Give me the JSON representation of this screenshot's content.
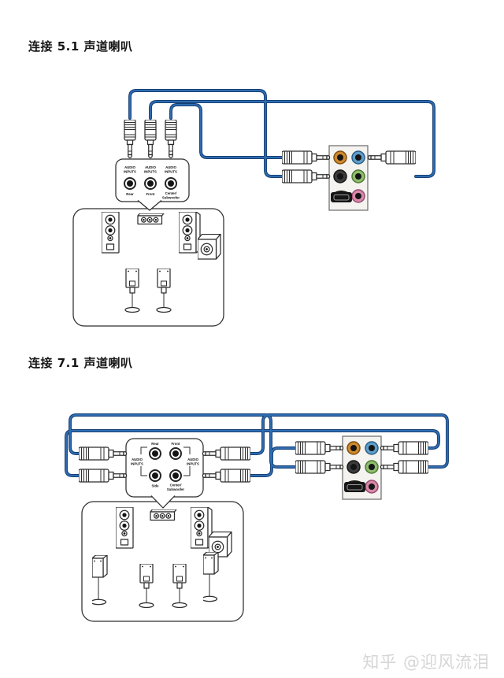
{
  "colors": {
    "cable": "#2f6db2",
    "cableDark": "#153f74",
    "portOrange": "#d0892c",
    "portOrangeEdge": "#7e5012",
    "portBlue": "#5f9fca",
    "portBlueEdge": "#2a5d87",
    "portBlack": "#3c3c3c",
    "portBlackEdge": "#161616",
    "portGreen": "#8fbc6d",
    "portGreenEdge": "#4c7a30",
    "portPink": "#d689a9",
    "portPinkEdge": "#99486f",
    "watermark": "#d6d6d6"
  },
  "sections": [
    {
      "title": "连接 5.1 声道喇叭",
      "input_box": {
        "jack_names": [
          "Rear",
          "Front",
          "Center/Subwoofer"
        ]
      }
    },
    {
      "title": "连接 7.1 声道喇叭",
      "input_box": {
        "jack_names": [
          "Rear",
          "Front",
          "Side",
          "Center/Subwoofer"
        ]
      }
    }
  ],
  "diagram_labels": {
    "audio1": "AUDIO",
    "audio2": "INPUTS",
    "rear": "Rear",
    "front": "Front",
    "side": "Side",
    "center1": "Center/",
    "center2": "Subwoofer"
  },
  "watermark": {
    "text": "知乎 @迎风流泪"
  }
}
